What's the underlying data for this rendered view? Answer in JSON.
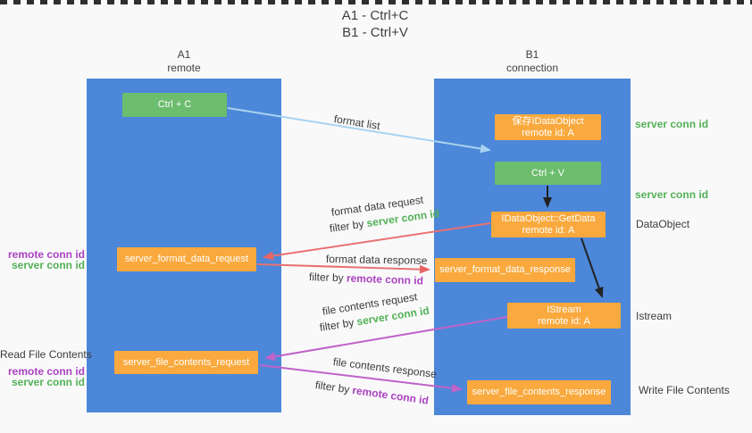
{
  "title": {
    "line1": "A1 - Ctrl+C",
    "line2": "B1 - Ctrl+V"
  },
  "lifelines": {
    "a1": {
      "title": "A1",
      "subtitle": "remote"
    },
    "b1": {
      "title": "B1",
      "subtitle": "connection"
    }
  },
  "nodes": {
    "ctrl_c": {
      "label": "Ctrl + C"
    },
    "save_dataobject": {
      "line1": "保存IDataObject",
      "line2": "remote id: A"
    },
    "ctrl_v": {
      "label": "Ctrl + V"
    },
    "getdata": {
      "line1": "IDataObject::GetData",
      "line2": "remote id: A"
    },
    "format_request": {
      "label": "server_format_data_request"
    },
    "format_response": {
      "label": "server_format_data_response"
    },
    "istream": {
      "line1": "IStream",
      "line2": "remote id: A"
    },
    "file_request": {
      "label": "server_file_contents_request"
    },
    "file_response": {
      "label": "server_file_contents_response"
    }
  },
  "arrows": {
    "format_list": {
      "text": "format list"
    },
    "format_request": {
      "text": "format data request",
      "filter_prefix": "filter by ",
      "filter_key": "server conn id"
    },
    "format_response": {
      "text": "format data response",
      "filter_prefix": "filter by ",
      "filter_key": "remote conn id"
    },
    "file_request": {
      "text": "file contents request",
      "filter_prefix": "filter by ",
      "filter_key": "server conn id"
    },
    "file_response": {
      "text": "file contents response",
      "filter_prefix": "filter by ",
      "filter_key": "remote conn id"
    }
  },
  "annotations": {
    "right": [
      "server conn id",
      "server conn id",
      "DataObject",
      "Istream",
      "Write File Contents"
    ],
    "left": [
      "remote conn id",
      "server conn id",
      "Read File Contents",
      "remote conn id",
      "server conn id"
    ]
  },
  "colors": {
    "column_blue": "#4d87d9",
    "node_green": "#6cbd6d",
    "node_orange": "#f9a93d",
    "server_conn_green": "#53b156",
    "remote_conn_purple": "#aa43c0",
    "request_red": "#e87272",
    "contents_magenta": "#bf63c8",
    "format_list_blue": "#a8d3f0",
    "arrow_black": "#222222",
    "background": "#f9f9fa"
  }
}
